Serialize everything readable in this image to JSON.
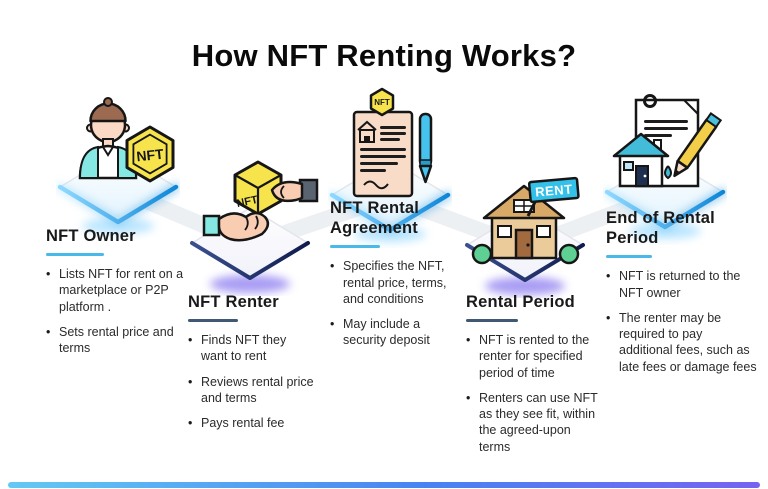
{
  "title": "How NFT Renting Works?",
  "colors": {
    "accent_cyan": "#49b9ea",
    "accent_navy": "#3f5873",
    "nft_yellow": "#f7e44d",
    "diamond_glow_blue": "#9fdcff",
    "diamond_glow_purple": "#8d7df0",
    "connector_gray": "#edf0f3",
    "footer_gradient_start": "#5bc6f2",
    "footer_gradient_end": "#6f5bf0"
  },
  "steps": [
    {
      "heading": "NFT Owner",
      "icon": "nft-owner-person-icon",
      "badge_text": "NFT",
      "underline_color": "#49b9ea",
      "bullets": [
        "Lists NFT for rent on a marketplace or P2P platform .",
        "Sets rental price and terms"
      ]
    },
    {
      "heading": "NFT Renter",
      "icon": "hands-exchanging-nft-icon",
      "badge_text": "NFT",
      "underline_color": "#3f5873",
      "bullets": [
        "Finds NFT they want to rent",
        "Reviews rental price and terms",
        "Pays rental fee"
      ]
    },
    {
      "heading": "NFT Rental Agreement",
      "icon": "nft-rental-agreement-document-icon",
      "badge_text": "NFT",
      "underline_color": "#49b9ea",
      "bullets": [
        "Specifies the NFT, rental price, terms, and conditions",
        "May include a security deposit"
      ]
    },
    {
      "heading": "Rental Period",
      "icon": "house-with-rent-sign-icon",
      "sign_text": "RENT",
      "underline_color": "#3f5873",
      "bullets": [
        "NFT is rented to the renter for specified period of time",
        "Renters can use NFT as they see fit, within the agreed-upon terms"
      ]
    },
    {
      "heading": "End of Rental Period",
      "icon": "returned-document-house-pencil-icon",
      "underline_color": "#49b9ea",
      "bullets": [
        "NFT is returned to the NFT owner",
        "The renter may be required to pay additional fees, such as late fees or damage fees"
      ]
    }
  ]
}
